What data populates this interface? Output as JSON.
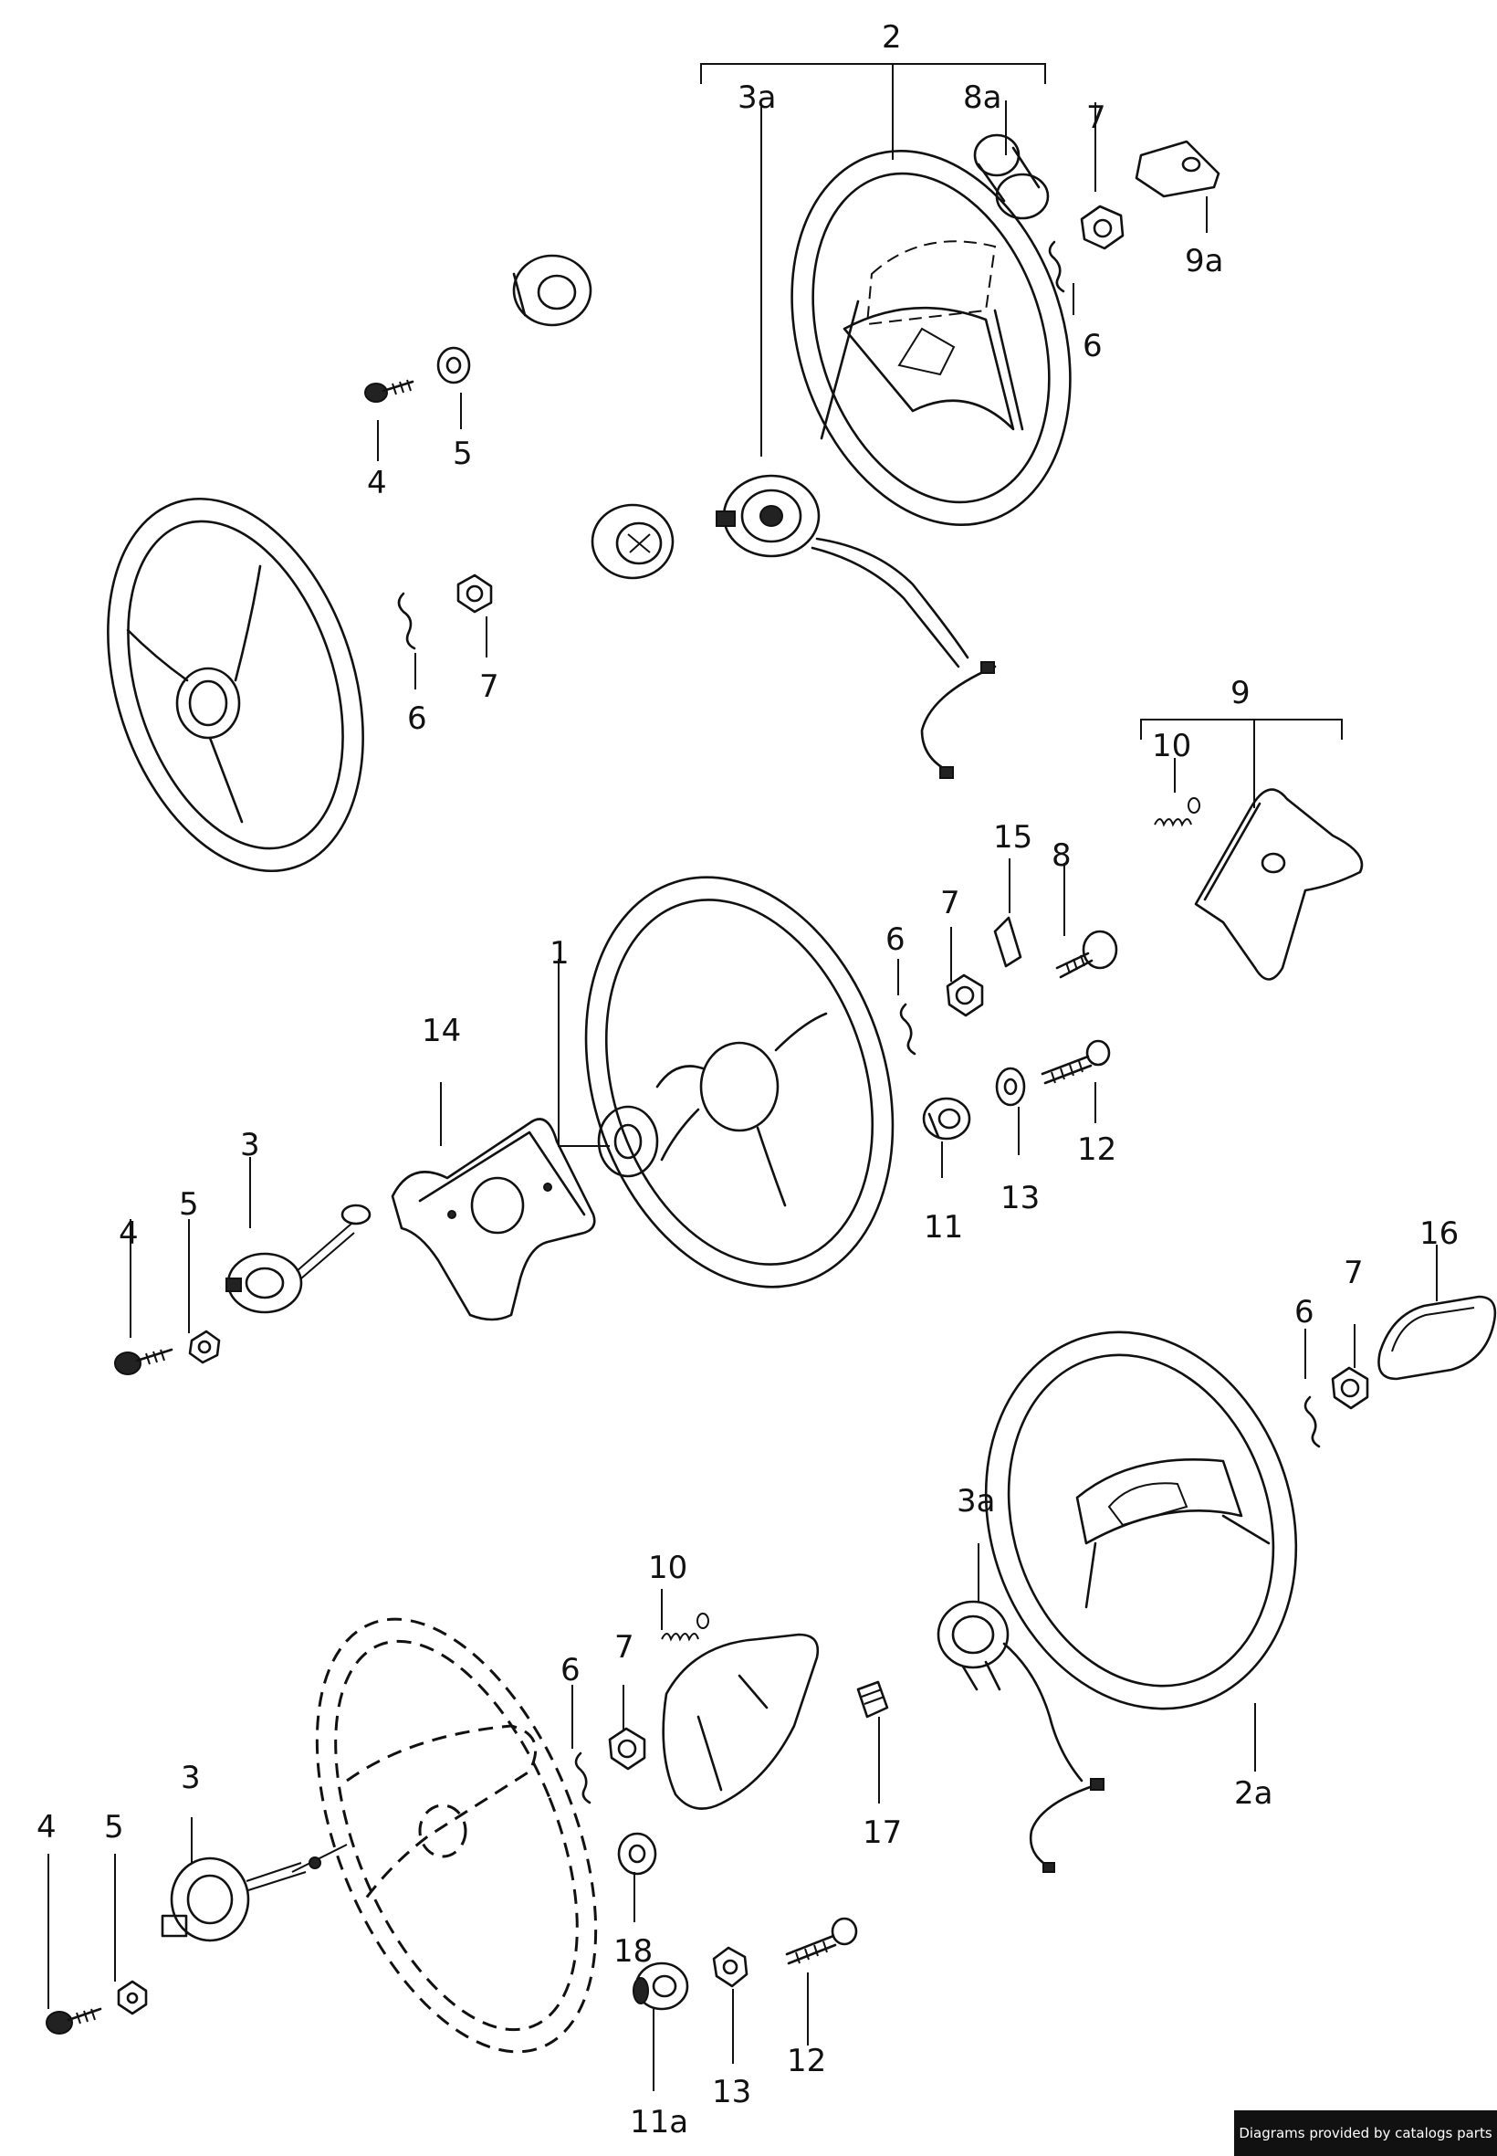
{
  "callouts": [
    {
      "id": "c-2",
      "text": "2"
    },
    {
      "id": "c-3a-top",
      "text": "3a"
    },
    {
      "id": "c-8a",
      "text": "8a"
    },
    {
      "id": "c-7-top",
      "text": "7"
    },
    {
      "id": "c-9a",
      "text": "9a"
    },
    {
      "id": "c-6-top",
      "text": "6"
    },
    {
      "id": "c-4-top",
      "text": "4"
    },
    {
      "id": "c-5-top",
      "text": "5"
    },
    {
      "id": "c-6-mid",
      "text": "6"
    },
    {
      "id": "c-7-mid",
      "text": "7"
    },
    {
      "id": "c-9",
      "text": "9"
    },
    {
      "id": "c-10-top",
      "text": "10"
    },
    {
      "id": "c-15",
      "text": "15"
    },
    {
      "id": "c-8",
      "text": "8"
    },
    {
      "id": "c-6-hub",
      "text": "6"
    },
    {
      "id": "c-7-hub",
      "text": "7"
    },
    {
      "id": "c-1",
      "text": "1"
    },
    {
      "id": "c-14",
      "text": "14"
    },
    {
      "id": "c-3-mid",
      "text": "3"
    },
    {
      "id": "c-5-mid",
      "text": "5"
    },
    {
      "id": "c-4-mid",
      "text": "4"
    },
    {
      "id": "c-12-mid",
      "text": "12"
    },
    {
      "id": "c-13-mid",
      "text": "13"
    },
    {
      "id": "c-11",
      "text": "11"
    },
    {
      "id": "c-16",
      "text": "16"
    },
    {
      "id": "c-6-right",
      "text": "6"
    },
    {
      "id": "c-7-right",
      "text": "7"
    },
    {
      "id": "c-3a-bot",
      "text": "3a"
    },
    {
      "id": "c-2a",
      "text": "2a"
    },
    {
      "id": "c-10-bot",
      "text": "10"
    },
    {
      "id": "c-6-bot",
      "text": "6"
    },
    {
      "id": "c-7-bot",
      "text": "7"
    },
    {
      "id": "c-17",
      "text": "17"
    },
    {
      "id": "c-3-bot",
      "text": "3"
    },
    {
      "id": "c-4-bot",
      "text": "4"
    },
    {
      "id": "c-5-bot",
      "text": "5"
    },
    {
      "id": "c-18",
      "text": "18"
    },
    {
      "id": "c-12-bot",
      "text": "12"
    },
    {
      "id": "c-13-bot",
      "text": "13"
    },
    {
      "id": "c-11a",
      "text": "11a"
    }
  ],
  "footer": {
    "text": "Diagrams provided by catalogs parts"
  }
}
